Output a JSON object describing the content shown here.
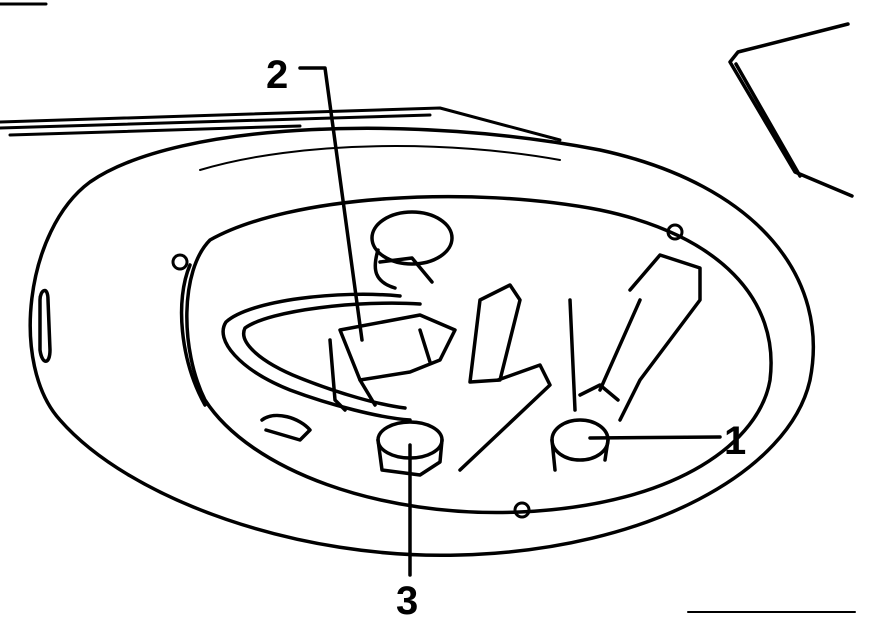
{
  "colors": {
    "ink": "#000000",
    "paper": "#ffffff"
  },
  "callouts": [
    {
      "label": "1"
    },
    {
      "label": "2"
    },
    {
      "label": "3"
    }
  ]
}
